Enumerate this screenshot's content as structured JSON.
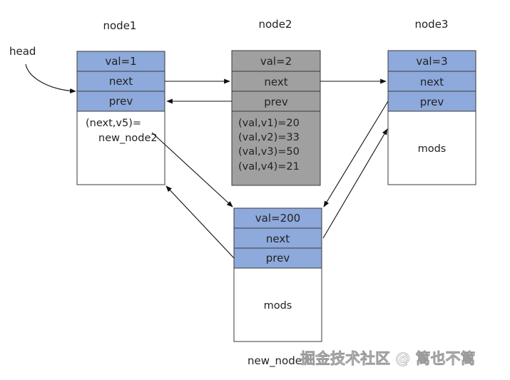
{
  "colors": {
    "blue_cell": "#8ea9db",
    "gray_node": "#a0a0a0",
    "border": "#3a3a3a"
  },
  "node1": {
    "title": "node1",
    "val": "val=1",
    "next": "next",
    "prev": "prev",
    "body_lines": [
      "(next,v5)=",
      "new_node2"
    ]
  },
  "node2": {
    "title": "node2",
    "val": "val=2",
    "next": "next",
    "prev": "prev",
    "body_lines": [
      "(val,v1)=20",
      "(val,v2)=33",
      "(val,v3)=50",
      "(val,v4)=21"
    ]
  },
  "node3": {
    "title": "node3",
    "val": "val=3",
    "next": "next",
    "prev": "prev",
    "body": "mods"
  },
  "new_node": {
    "title": "new_node",
    "val": "val=200",
    "next": "next",
    "prev": "prev",
    "body": "mods"
  },
  "head_label": "head",
  "watermark": "掘金技术社区 @ 篱也不篱"
}
